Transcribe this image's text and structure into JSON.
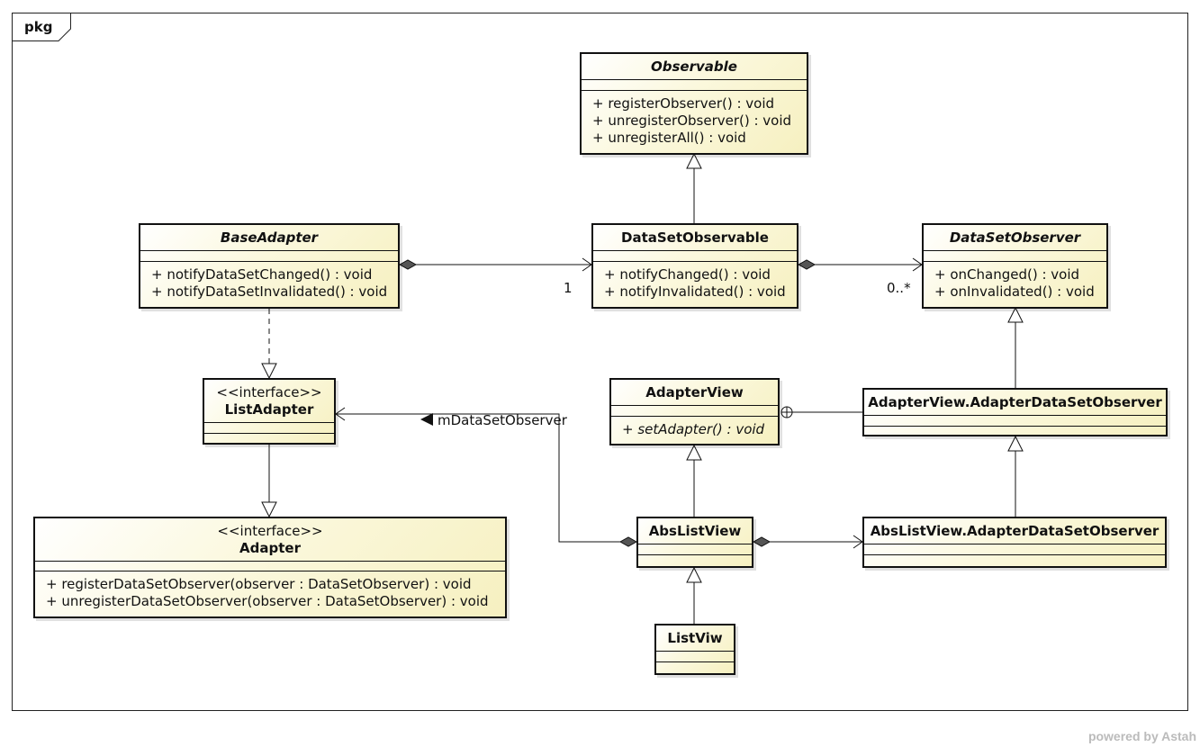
{
  "package": {
    "label": "pkg"
  },
  "classes": {
    "observable": {
      "name": "Observable",
      "ops": [
        "+ registerObserver() : void",
        "+ unregisterObserver() : void",
        "+ unregisterAll() : void"
      ]
    },
    "base_adapter": {
      "name": "BaseAdapter",
      "ops": [
        "+ notifyDataSetChanged() : void",
        "+ notifyDataSetInvalidated() : void"
      ]
    },
    "dataset_observable": {
      "name": "DataSetObservable",
      "ops": [
        "+ notifyChanged() : void",
        "+ notifyInvalidated() : void"
      ]
    },
    "dataset_observer": {
      "name": "DataSetObserver",
      "ops": [
        "+ onChanged() : void",
        "+ onInvalidated() : void"
      ]
    },
    "list_adapter": {
      "stereotype": "<<interface>>",
      "name": "ListAdapter"
    },
    "adapter_view": {
      "name": "AdapterView",
      "ops": [
        "+ setAdapter() : void"
      ]
    },
    "av_observer": {
      "name": "AdapterView.AdapterDataSetObserver"
    },
    "adapter": {
      "stereotype": "<<interface>>",
      "name": "Adapter",
      "ops": [
        "+ registerDataSetObserver(observer : DataSetObserver) : void",
        "+ unregisterDataSetObserver(observer : DataSetObserver) : void"
      ]
    },
    "abs_list_view": {
      "name": "AbsListView"
    },
    "alv_observer": {
      "name": "AbsListView.AdapterDataSetObserver"
    },
    "list_view": {
      "name": "ListViw"
    }
  },
  "labels": {
    "mult_one": "1",
    "mult_many": "0..*",
    "role_mdso": "mDataSetObserver"
  },
  "footer": "powered by Astah"
}
